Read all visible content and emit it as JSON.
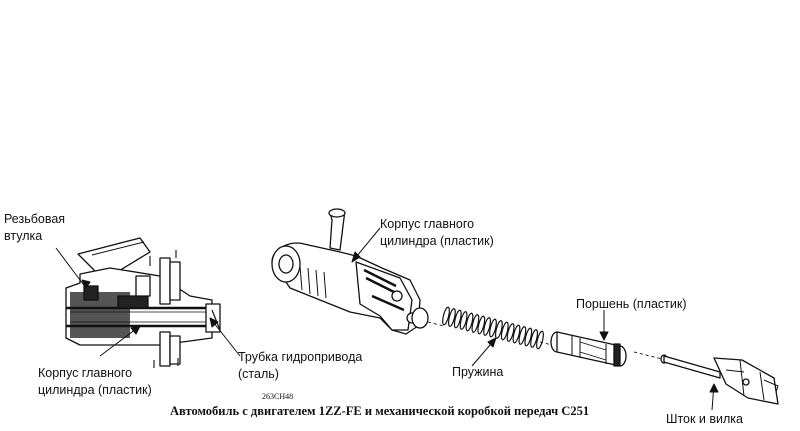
{
  "labels": {
    "threaded_bushing": [
      "Резьбовая",
      "втулка"
    ],
    "cyl_body_left": [
      "Корпус главного",
      "цилиндра (пластик)"
    ],
    "hydraulic_pipe": [
      "Трубка гидропривода",
      "(сталь)"
    ],
    "cyl_body_right": [
      "Корпус главного",
      "цилиндра (пластик)"
    ],
    "spring": "Пружина",
    "piston": "Поршень (пластик)",
    "rod_fork": "Шток и вилка"
  },
  "figure_code": "263CH48",
  "caption": "Автомобиль с двигателем 1ZZ-FE и механической коробкой передач C251"
}
